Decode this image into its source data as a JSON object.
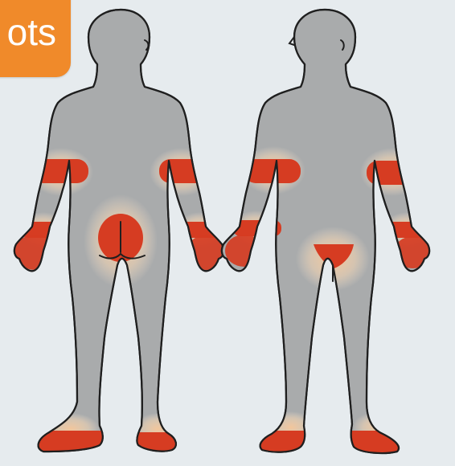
{
  "badge": {
    "label": "ots"
  },
  "colors": {
    "background": "#e6ebee",
    "badge": "#f08a2a",
    "body": "#a9abac",
    "hotspot": "#d63c22",
    "glow": "#f6c79a"
  },
  "figures": [
    {
      "view": "back",
      "hotspots": [
        "forearms",
        "wrists",
        "hands",
        "buttocks",
        "feet"
      ]
    },
    {
      "view": "front",
      "hotspots": [
        "forearms",
        "wrists",
        "hands",
        "groin",
        "feet"
      ]
    }
  ]
}
